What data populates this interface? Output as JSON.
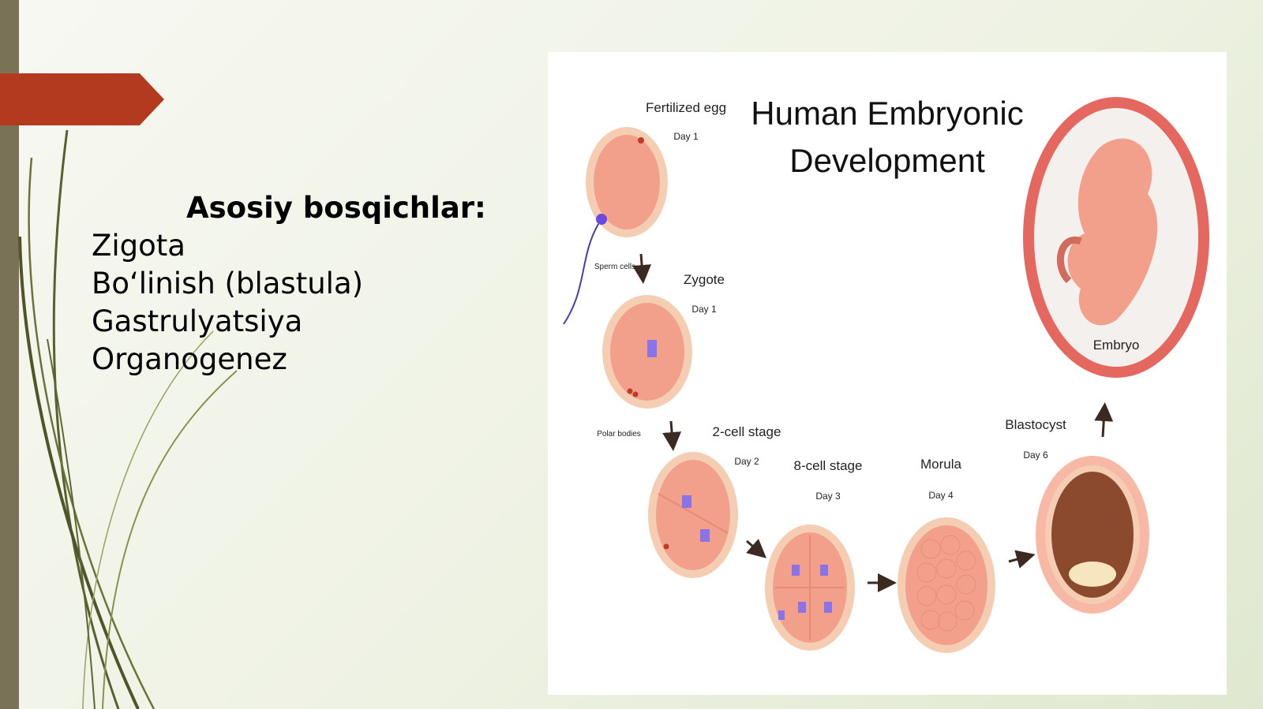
{
  "slide": {
    "heading": "Asosiy bosqichlar:",
    "items": [
      "Zigota",
      "Bo‘linish (blastula)",
      "Gastrulyatsiya",
      "Organogenez"
    ]
  },
  "diagram": {
    "title_line1": "Human Embryonic",
    "title_line2": "Development",
    "stages": {
      "fertilized_egg": {
        "label": "Fertilized egg",
        "day": "Day 1"
      },
      "zygote": {
        "label": "Zygote",
        "day": "Day 1"
      },
      "two_cell": {
        "label": "2-cell stage",
        "day": "Day 2"
      },
      "eight_cell": {
        "label": "8-cell stage",
        "day": "Day 3"
      },
      "morula": {
        "label": "Morula",
        "day": "Day 4"
      },
      "blastocyst": {
        "label": "Blastocyst",
        "day": "Day 6"
      },
      "embryo": {
        "label": "Embryo"
      }
    },
    "sperm_label": "Sperm cells",
    "polar_label": "Polar bodies"
  },
  "colors": {
    "accent_red": "#b33a1f",
    "side_bar": "#7a7257",
    "cell_pink": "#f2a08c",
    "cell_border": "#f5cdb3",
    "nucleus": "#8a72e8",
    "arrow": "#3a2a22"
  }
}
